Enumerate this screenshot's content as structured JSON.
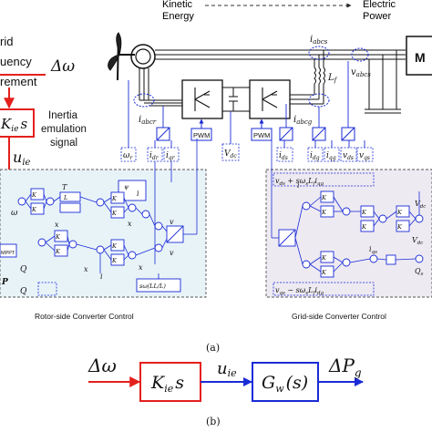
{
  "top": {
    "kinetic_energy": "Kinetic",
    "kinetic_energy_2": "Energy",
    "electric_power": "Electric",
    "electric_power_2": "Power"
  },
  "left_side": {
    "grid_freq_1": "rid",
    "grid_freq_2": "uency",
    "grid_freq_3": "rement",
    "delta_omega": "Δω",
    "kie_s": "K",
    "kie_sub": "ie",
    "kie_s_var": "s",
    "inertia_1": "Inertia",
    "inertia_2": "emulation",
    "inertia_3": "signal",
    "u_ie": "u",
    "u_ie_sub": "ie"
  },
  "signals": {
    "i_abcs": "i",
    "i_abcs_sub": "abcs",
    "v_abcs": "v",
    "v_abcs_sub": "abcs",
    "lf": "L",
    "lf_sub": "f",
    "i_abcr": "i",
    "i_abcr_sub": "abcr",
    "i_abcg": "i",
    "i_abcg_sub": "abcg",
    "omega_r": "ω",
    "omega_r_sub": "r",
    "i_dr": "i",
    "i_dr_sub": "dr",
    "i_qr": "i",
    "i_qr_sub": "qr",
    "pwm_1": "PWM",
    "pwm_2": "PWM",
    "vdc": "V",
    "vdc_sub": "dc",
    "i_ds": "i",
    "i_ds_sub": "ds",
    "i_qs": "i",
    "i_qs_sub": "qs",
    "i_dg": "i",
    "i_dg_sub": "dg",
    "i_qg": "i",
    "i_qg_sub": "qg",
    "v_ds": "v",
    "v_ds_sub": "ds",
    "v_qs": "v",
    "v_qs_sub": "qs"
  },
  "rsc": {
    "label": "Rotor-side Converter Control",
    "omega_r_star": "ω",
    "q_g_star": "Q",
    "q_g": "Q",
    "p_g": "P",
    "mppt": "MPPT",
    "te_star": "T",
    "x1": "x",
    "x2": "x",
    "x3": "x",
    "x4": "x",
    "i_qr_star": "i",
    "i_dr": "i",
    "v_qr_star": "v",
    "v_dr_star": "v",
    "kp": "K",
    "ki": "K",
    "lm_ls_frac": "L",
    "psi_s_frac": "ψ",
    "cross_term": "sω",
    "cross_term_2": "(L",
    "cross_term_3": "L",
    "cross_term_4": "/L",
    "cross_term_5": ")"
  },
  "gsc": {
    "label": "Grid-side Converter Control",
    "top_eq_1": "v",
    "top_eq_2": " + sω",
    "top_eq_3": "L",
    "top_eq_4": "i",
    "bot_eq_1": "v",
    "bot_eq_2": " − sω",
    "bot_eq_3": "L",
    "bot_eq_4": "i",
    "vdc": "V",
    "vdc_star": "V",
    "iqs_star": "i",
    "qs_star": "Q"
  },
  "captions": {
    "a": "(a)",
    "b": "(b)"
  },
  "block_b": {
    "delta_omega": "Δω",
    "kie": "K",
    "kie_sub": "ie",
    "kie_s": "s",
    "u_ie": "u",
    "u_ie_sub": "ie",
    "gw": "G",
    "gw_sub": "w",
    "gw_arg": "(s)",
    "delta_pg": "ΔP",
    "delta_pg_sub": "g"
  },
  "colors": {
    "red": "#e4201d",
    "blue": "#1a2bd6",
    "rsc_bg": "#e8f3f8",
    "gsc_bg": "#eeeaf2",
    "dashed": "#555555"
  }
}
